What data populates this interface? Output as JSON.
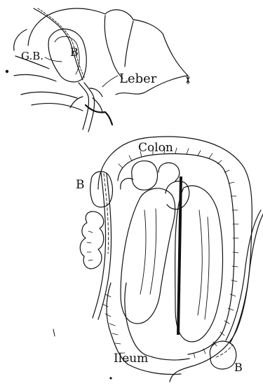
{
  "labels": {
    "gallbladder": "G.B.",
    "liver": "Leber",
    "bag_top": "B",
    "colon": "Colon",
    "bag_left": "B",
    "ileum": "Ileum",
    "bag_bottom": "B"
  },
  "colors": {
    "ink": "#111111",
    "paper": "#ffffff"
  }
}
